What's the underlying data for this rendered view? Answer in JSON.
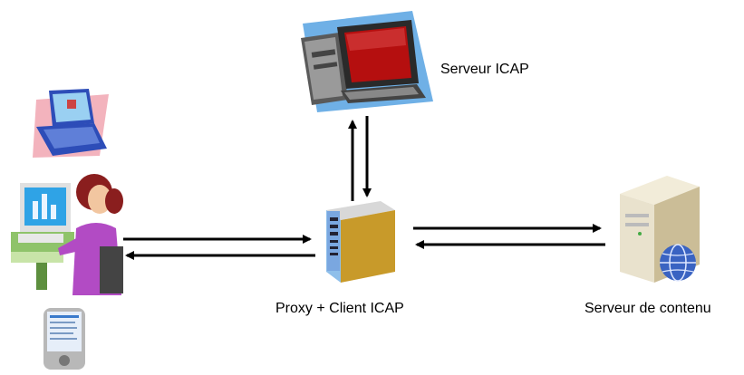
{
  "nodes": {
    "icap_server": {
      "label": "Serveur ICAP",
      "icon": "desktop-computer-icon"
    },
    "proxy": {
      "label": "Proxy + Client ICAP",
      "icon": "server-tower-icon"
    },
    "content_server": {
      "label": "Serveur de contenu",
      "icon": "web-server-globe-icon"
    },
    "clients": [
      {
        "icon": "laptop-icon"
      },
      {
        "icon": "woman-at-computer-icon"
      },
      {
        "icon": "pda-handheld-icon"
      }
    ]
  },
  "edges": [
    {
      "from": "proxy",
      "to": "icap_server"
    },
    {
      "from": "icap_server",
      "to": "proxy"
    },
    {
      "from": "clients",
      "to": "proxy"
    },
    {
      "from": "proxy",
      "to": "clients"
    },
    {
      "from": "proxy",
      "to": "content_server"
    },
    {
      "from": "content_server",
      "to": "proxy"
    }
  ],
  "colors": {
    "arrow": "#000000",
    "screen_frame": "#2a2a2a",
    "tower_body": "#7aa7e0",
    "server_body": "#e9e2cd",
    "globe": "#3a63c2",
    "laptop": "#2d4db8",
    "laptop_shadow": "#f3b3bd",
    "person_shirt": "#b24bc4",
    "person_hair": "#8a1e1e",
    "desk_green": "#8fc36a"
  }
}
